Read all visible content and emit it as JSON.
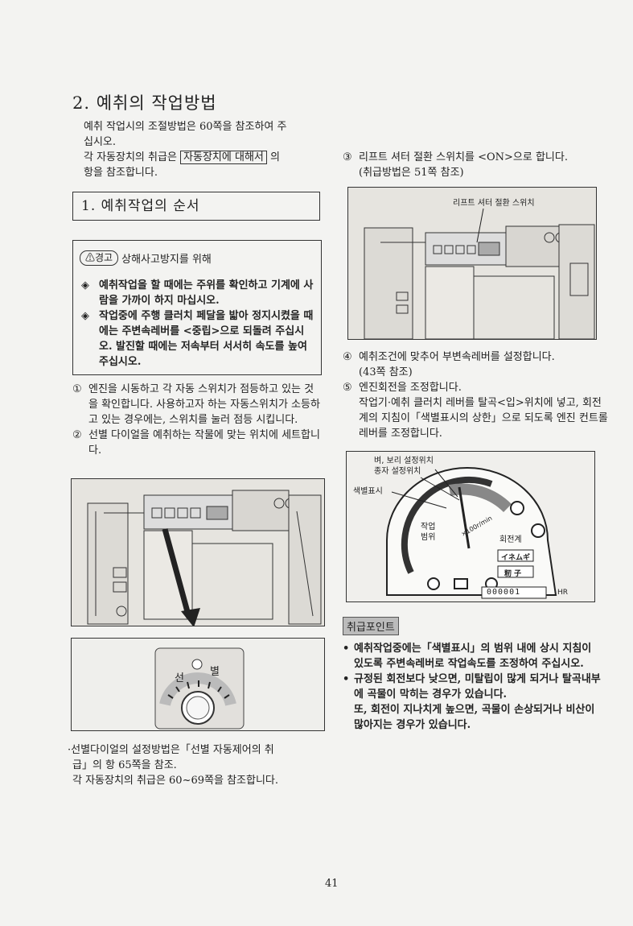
{
  "title": "2. 예취의 작업방법",
  "intro": {
    "line1": "예취 작업시의 조절방법은 60쪽을 참조하여 주",
    "line2": "십시오.",
    "line3a": "각 자동장치의 취급은 ",
    "line3box": "자동장치에 대해서",
    "line3b": " 의",
    "line4": "항을 참조합니다."
  },
  "section": "1. 예취작업의 순서",
  "warning": {
    "label": "경고",
    "heading": "상해사고방지를 위해",
    "items": [
      {
        "marker": "◈",
        "text": "예취작업을 할 때에는 주위를 확인하고 기계에 사람을 가까이 하지 마십시오."
      },
      {
        "marker": "◈",
        "text": "작업중에 주행 클러치 페달을 밟아 정지시켰을 때에는 주변속레버를 <중립>으로 되돌려 주십시오. 발진할 때에는 저속부터 서서히 속도를 높여 주십시오."
      }
    ]
  },
  "steps_left": [
    {
      "num": "①",
      "text": "엔진을 시동하고 각 자동 스위치가 점등하고 있는 것을 확인합니다. 사용하고자 하는 자동스위치가 소등하고 있는 경우에는, 스위치를 눌러 점등 시킵니다."
    },
    {
      "num": "②",
      "text": "선별 다이얼을 예취하는 작물에 맞는 위치에 세트합니다."
    }
  ],
  "figure_left": {
    "dial_text1": "선",
    "dial_text2": "별"
  },
  "note_left": {
    "line1": "·선별다이얼의 설정방법은「선별 자동제어의 취",
    "line2": "급」의 항 65쪽을 참조.",
    "line3": "각 자동장치의 취급은 60~69쪽을 참조합니다."
  },
  "step3": {
    "num": "③",
    "text": "리프트 셔터 절환 스위치를 <ON>으로 합니다.",
    "sub": "(취급방법은 51쪽 참조)"
  },
  "figure_right1": {
    "label": "리프트 셔터 절환 스위치"
  },
  "step4": {
    "num": "④",
    "text": "예취조건에 맞추어 부변속레버를 설정합니다.",
    "sub": "(43쪽 참조)"
  },
  "step5": {
    "num": "⑤",
    "text": "엔진회전을 조정합니다.",
    "detail": "작업기·예취 클러치 레버를 탈곡<입>위치에 넣고, 회전계의 지침이「색별표시의 상한」으로 되도록 엔진 컨트롤 레버를 조정합니다."
  },
  "figure_right2": {
    "label_rice": "벼, 보리 설정위치",
    "label_seed": "종자 설정위치",
    "label_color": "색별표시",
    "label_range1": "작업",
    "label_range2": "범위",
    "label_tacho": "회전계",
    "label_scale": "×100r/min",
    "label_brand": "イネムギ",
    "label_seed_box": "籾 子",
    "counter": "000001",
    "hr": "HR"
  },
  "point_tag": "취급포인트",
  "bullets": [
    {
      "marker": "•",
      "text": "예취작업중에는「색별표시」의 범위 내에 상시 지침이 있도록 주변속레버로 작업속도를 조정하여 주십시오."
    },
    {
      "marker": "•",
      "text": "규정된 회전보다 낮으면, 미탈립이 많게 되거나 탈곡내부에 곡물이 막히는 경우가 있습니다."
    },
    {
      "marker": "",
      "text": "또, 회전이 지나치게 높으면, 곡물이 손상되거나 비산이 많아지는 경우가 있습니다."
    }
  ],
  "page": "41"
}
